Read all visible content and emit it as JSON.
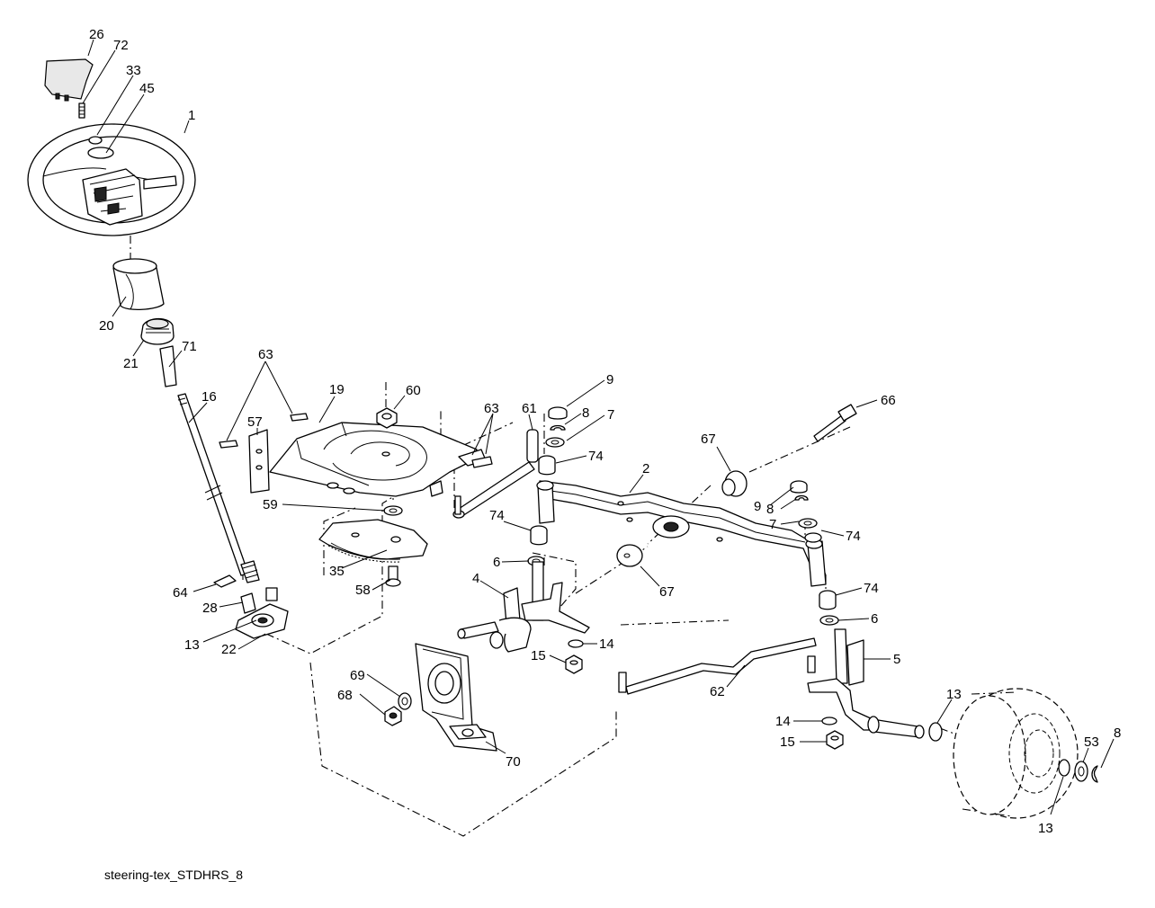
{
  "caption": "steering-tex_STDHRS_8",
  "callouts": [
    {
      "id": "c26",
      "text": "26"
    },
    {
      "id": "c72",
      "text": "72"
    },
    {
      "id": "c33",
      "text": "33"
    },
    {
      "id": "c45",
      "text": "45"
    },
    {
      "id": "c1",
      "text": "1"
    },
    {
      "id": "c20",
      "text": "20"
    },
    {
      "id": "c21",
      "text": "21"
    },
    {
      "id": "c71",
      "text": "71"
    },
    {
      "id": "c16",
      "text": "16"
    },
    {
      "id": "c63a",
      "text": "63"
    },
    {
      "id": "c19",
      "text": "19"
    },
    {
      "id": "c60",
      "text": "60"
    },
    {
      "id": "c57",
      "text": "57"
    },
    {
      "id": "c63b",
      "text": "63"
    },
    {
      "id": "c61",
      "text": "61"
    },
    {
      "id": "c9a",
      "text": "9"
    },
    {
      "id": "c8a",
      "text": "8"
    },
    {
      "id": "c7a",
      "text": "7"
    },
    {
      "id": "c74a",
      "text": "74"
    },
    {
      "id": "c66",
      "text": "66"
    },
    {
      "id": "c67a",
      "text": "67"
    },
    {
      "id": "c2",
      "text": "2"
    },
    {
      "id": "c9b",
      "text": "9"
    },
    {
      "id": "c8b",
      "text": "8"
    },
    {
      "id": "c7b",
      "text": "7"
    },
    {
      "id": "c74b",
      "text": "74"
    },
    {
      "id": "c59",
      "text": "59"
    },
    {
      "id": "c74c",
      "text": "74"
    },
    {
      "id": "c35",
      "text": "35"
    },
    {
      "id": "c6a",
      "text": "6"
    },
    {
      "id": "c67b",
      "text": "67"
    },
    {
      "id": "c74d",
      "text": "74"
    },
    {
      "id": "c58",
      "text": "58"
    },
    {
      "id": "c4",
      "text": "4"
    },
    {
      "id": "c64",
      "text": "64"
    },
    {
      "id": "c28",
      "text": "28"
    },
    {
      "id": "c6b",
      "text": "6"
    },
    {
      "id": "c13a",
      "text": "13"
    },
    {
      "id": "c22",
      "text": "22"
    },
    {
      "id": "c14a",
      "text": "14"
    },
    {
      "id": "c15a",
      "text": "15"
    },
    {
      "id": "c5",
      "text": "5"
    },
    {
      "id": "c69",
      "text": "69"
    },
    {
      "id": "c68",
      "text": "68"
    },
    {
      "id": "c62",
      "text": "62"
    },
    {
      "id": "c13b",
      "text": "13"
    },
    {
      "id": "c14b",
      "text": "14"
    },
    {
      "id": "c53",
      "text": "53"
    },
    {
      "id": "c8c",
      "text": "8"
    },
    {
      "id": "c15b",
      "text": "15"
    },
    {
      "id": "c70",
      "text": "70"
    },
    {
      "id": "c13c",
      "text": "13"
    }
  ]
}
